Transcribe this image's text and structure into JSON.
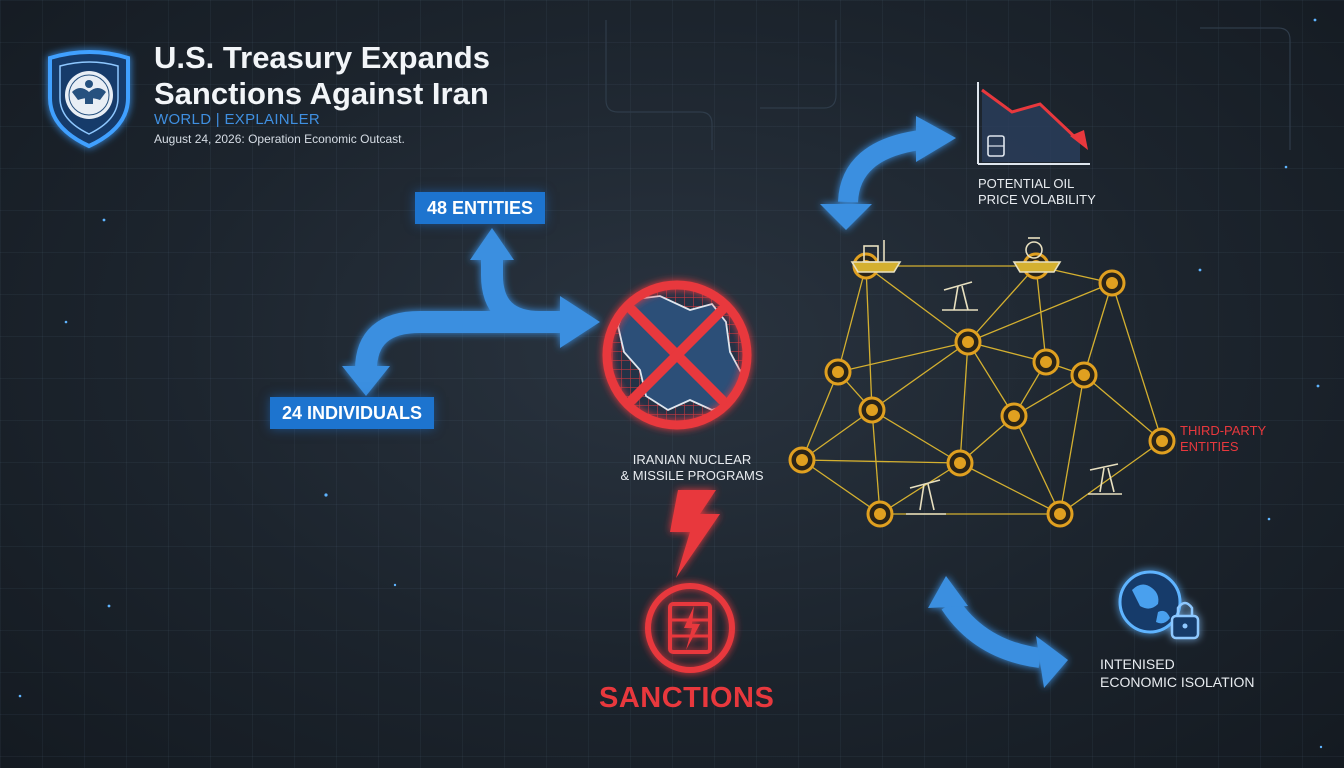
{
  "header": {
    "title_line1": "U.S. Treasury Expands",
    "title_line2": "Sanctions Against Iran",
    "kicker": "WORLD | EXPLAINLER",
    "dateline": "August 24, 2026: Operation Economic Outcast."
  },
  "targets": {
    "entities": "48 ENTITIES",
    "individuals": "24 INDIVIDUALS"
  },
  "center": {
    "line1": "IRANIAN NUCLEAR",
    "line2": "& MISSILE PROGRAMS"
  },
  "sanctions": {
    "label": "SANCTIONS"
  },
  "oil": {
    "line1": "POTENTIAL OIL",
    "line2": "PRICE VOLABILITY"
  },
  "network": {
    "line1": "THIRD-PARTY",
    "line2": "ENTITIES"
  },
  "isolation": {
    "line1": "INTENISED",
    "line2": "ECONOMIC ISOLATION"
  },
  "icons": [
    "us-seal-shield-icon",
    "iran-map-prohibited-icon",
    "lightning-bolt-icon",
    "sanctions-barrel-icon",
    "oil-price-chart-icon",
    "oil-tanker-icon",
    "oil-pump-jack-icon",
    "globe-lock-icon"
  ],
  "colors": {
    "accent_blue": "#3a8fe0",
    "alert_red": "#e8383d",
    "network_orange": "#e0a020",
    "background": "#1c242d"
  }
}
